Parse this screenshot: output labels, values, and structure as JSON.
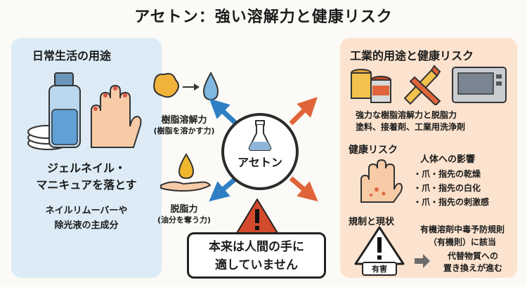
{
  "title": "アセトン：強い溶解力と健康リスク",
  "left_panel": {
    "heading": "日常生活の用途",
    "use_title_line1": "ジェルネイル・",
    "use_title_line2": "マニキュアを落とす",
    "use_desc_line1": "ネイルリムーバーや",
    "use_desc_line2": "除光液の主成分"
  },
  "center": {
    "label": "アセトン",
    "property1_title": "樹脂溶解力",
    "property1_desc": "(樹脂を溶かす力)",
    "property2_title": "脱脂力",
    "property2_desc": "(油分を奪う力)",
    "warning_line1": "本来は人間の手に",
    "warning_line2": "適していません"
  },
  "right_panel": {
    "heading": "工業的用途と健康リスク",
    "industrial_line1": "強力な樹脂溶解力と脱脂力",
    "industrial_line2": "塗料、接着剤、工業用洗浄剤",
    "health_heading": "健康リスク",
    "body_effects_heading": "人体への影響",
    "effects": [
      "・爪・指先の乾燥",
      "・爪・指先の白化",
      "・爪・指先の刺激感"
    ],
    "regulation_heading": "規制と現状",
    "regulation_line1": "有機溶剤中毒予防規則",
    "regulation_line2": "（有機則）に該当",
    "hazard_label": "有害",
    "replacement_line1": "代替物質への",
    "replacement_line2": "置き換えが進む"
  },
  "colors": {
    "left_panel_bg": "#dcebf5",
    "right_panel_bg": "#fbe3cf",
    "arrow_blue": "#2f7fc4",
    "arrow_orange": "#e0643a",
    "warning_red": "#d44a2c"
  },
  "icons": [
    "bottle-icon",
    "cotton-pads-icon",
    "hand-icon",
    "resin-drop-icon",
    "oil-drop-hand-icon",
    "flask-icon",
    "warning-icon",
    "paint-can-icon",
    "glue-tube-icon",
    "machine-icon",
    "damaged-hand-icon",
    "hazard-sign-icon",
    "arrow-right-icon"
  ]
}
